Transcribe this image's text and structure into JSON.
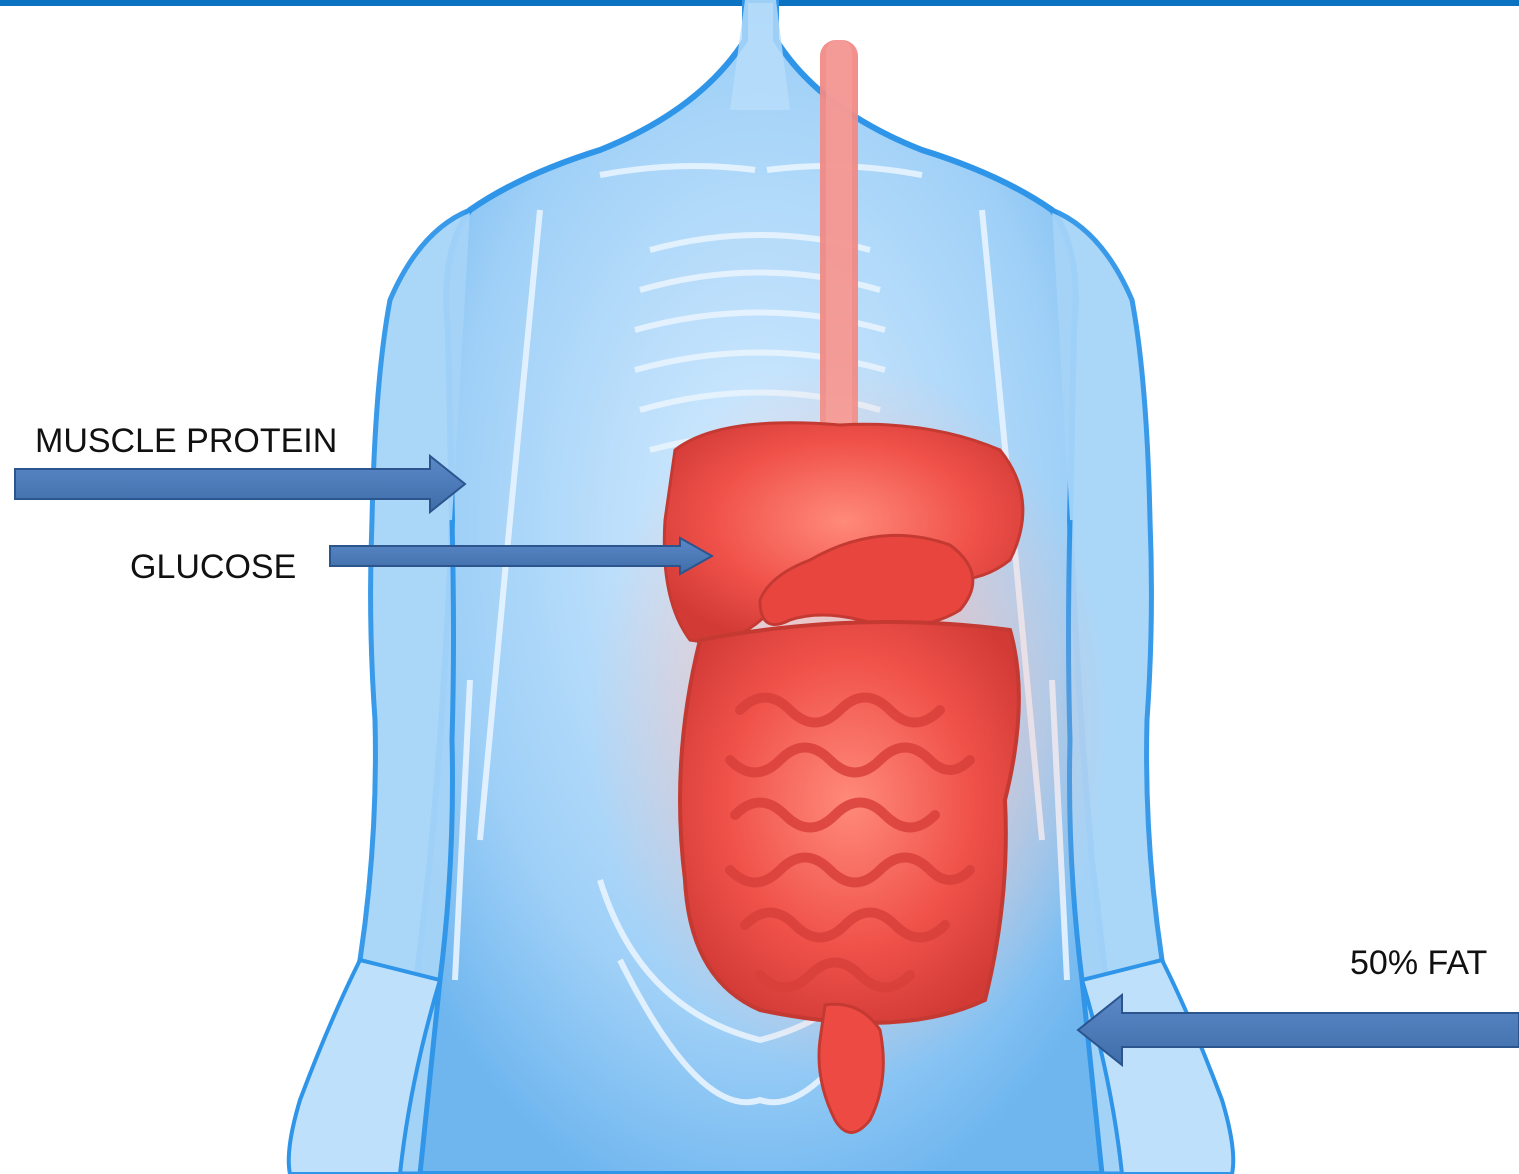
{
  "labels": {
    "muscle_protein": "MUSCLE PROTEIN",
    "glucose": "GLUCOSE",
    "fat": "50% FAT"
  },
  "colors": {
    "top_bar": "#0b72c2",
    "body_fill": "#8ec8f5",
    "body_outline": "#2f95e8",
    "skeleton": "#e6f3ff",
    "organs": "#f04d46",
    "esophagus": "#f08a86",
    "arrow_fill": "#4f7dbd",
    "arrow_stroke": "#2c558e"
  },
  "icons": {
    "figure": "human-anatomy-digestive-system",
    "arrow": "arrow-icon"
  }
}
